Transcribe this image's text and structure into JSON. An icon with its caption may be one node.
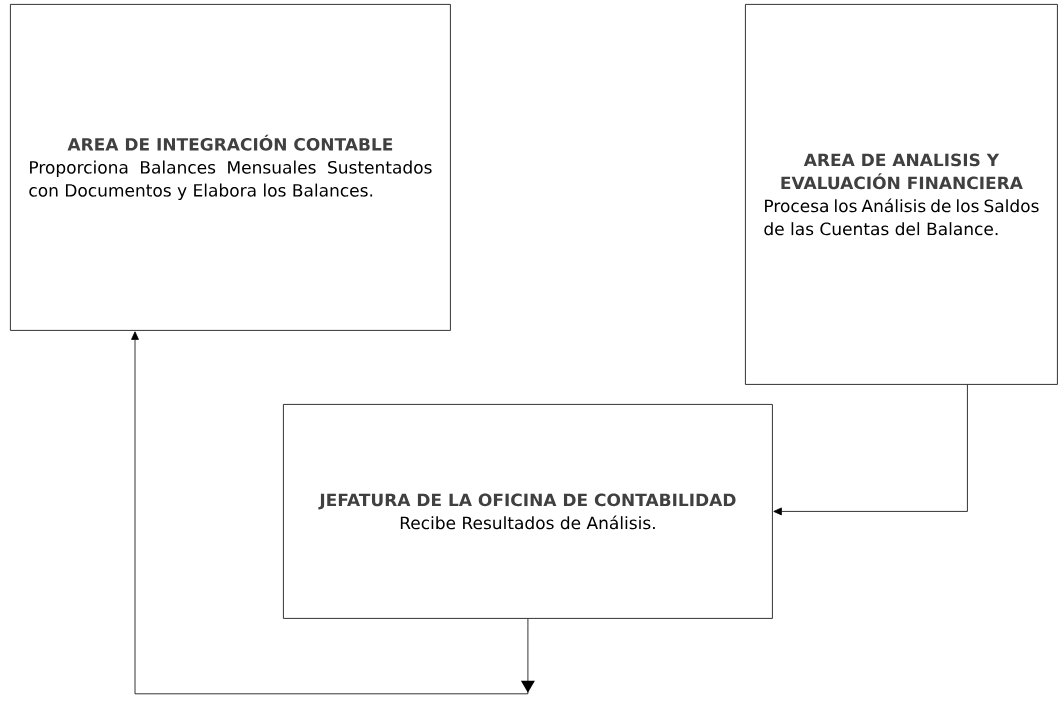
{
  "diagram": {
    "nodes": [
      {
        "text": [
          "AREA DE INTEGRACIÓN CONTABLE",
          "Proporciona Balances Mensuales Sustentados con Documentos y Elabora los Balances."
        ]
      },
      {
        "text": [
          "AREA DE ANALISIS Y EVALUACIÓN FINANCIERA",
          "Procesa los Análisis de los Saldos de las Cuentas del Balance."
        ]
      },
      {
        "text": [
          "JEFATURA DE LA OFICINA DE CONTABILIDAD",
          "Recibe Resultados de Análisis."
        ]
      }
    ],
    "edges": [
      {
        "from": 1,
        "to": 2,
        "arrow": "to"
      },
      {
        "from": 2,
        "to": 0,
        "arrow": "to"
      }
    ]
  }
}
